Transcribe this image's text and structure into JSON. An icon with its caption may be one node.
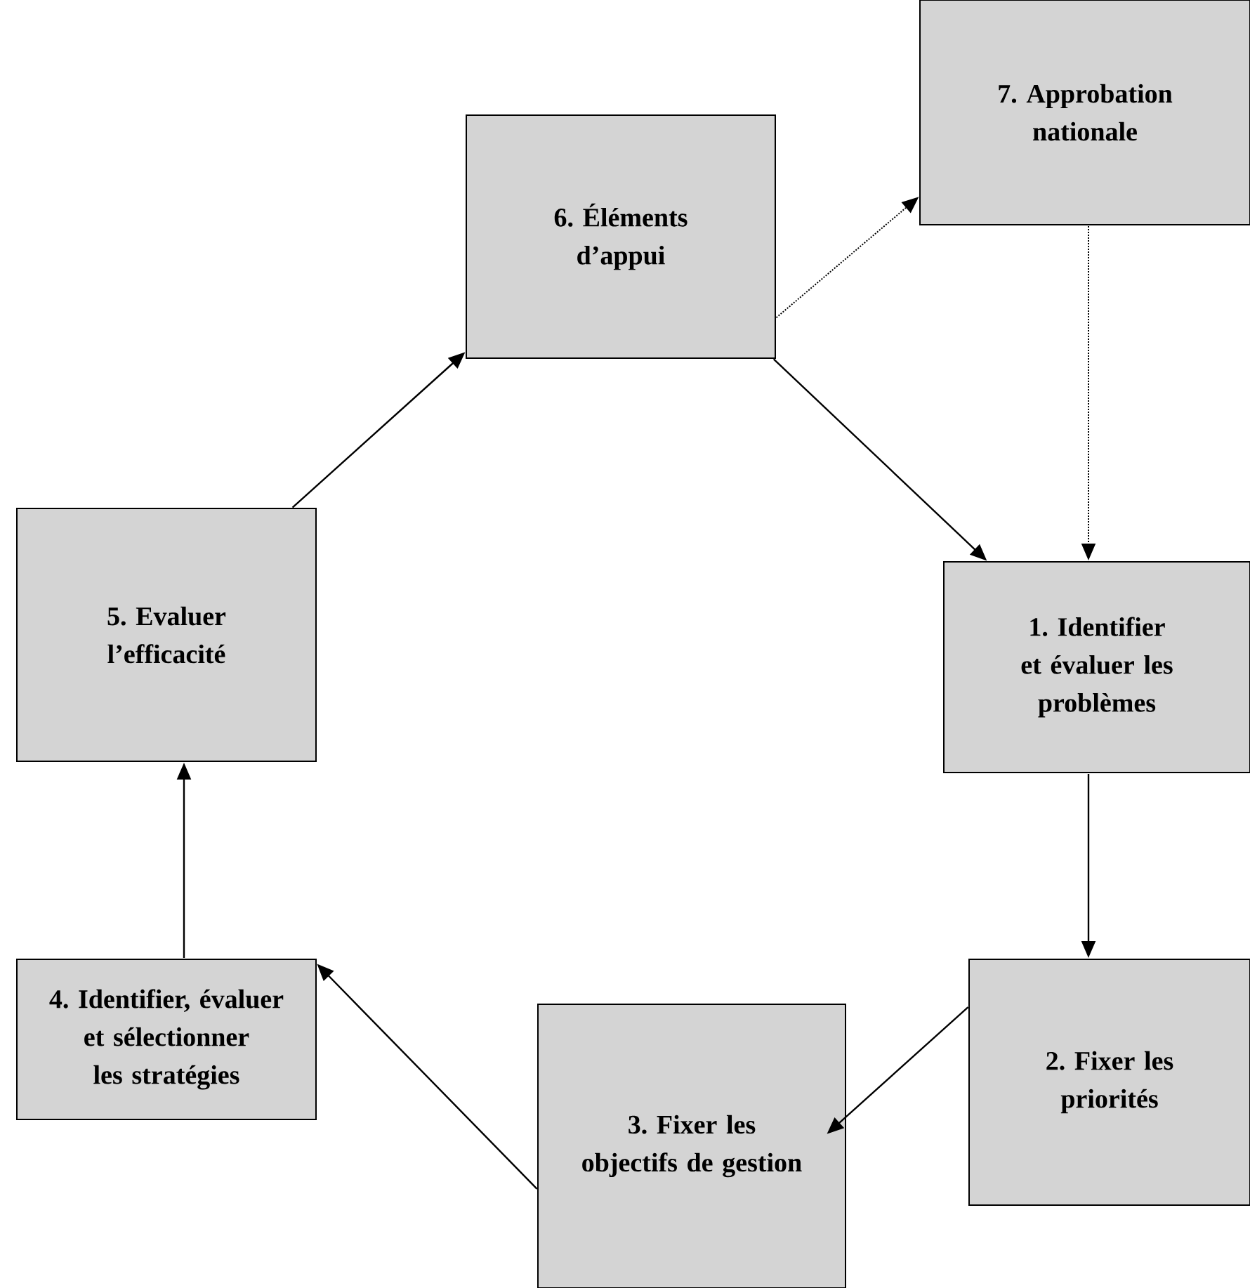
{
  "diagram": {
    "nodes": [
      {
        "text": [
          "1. Identifier et évaluer les problèmes"
        ]
      },
      {
        "text": [
          "2. Fixer les priorités"
        ]
      },
      {
        "text": [
          "3. Fixer les objectifs de gestion"
        ]
      },
      {
        "text": [
          "4. Identifier, évaluer et sélectionner les stratégies"
        ]
      },
      {
        "text": [
          "5. Evaluer l’efficacité"
        ]
      },
      {
        "text": [
          "6. Éléments d’appui"
        ]
      },
      {
        "text": [
          "7. Approbation nationale"
        ]
      }
    ],
    "edges": [
      {
        "from": 0,
        "to": 1,
        "arrow": "to"
      },
      {
        "from": 1,
        "to": 2,
        "arrow": "to"
      },
      {
        "from": 2,
        "to": 3,
        "arrow": "to"
      },
      {
        "from": 3,
        "to": 4,
        "arrow": "to"
      },
      {
        "from": 4,
        "to": 5,
        "arrow": "to"
      },
      {
        "from": 5,
        "to": 0,
        "arrow": "to"
      },
      {
        "from": 5,
        "to": 6,
        "arrow": "to",
        "style": "dashed"
      },
      {
        "from": 6,
        "to": 0,
        "arrow": "to",
        "style": "dashed"
      }
    ]
  }
}
